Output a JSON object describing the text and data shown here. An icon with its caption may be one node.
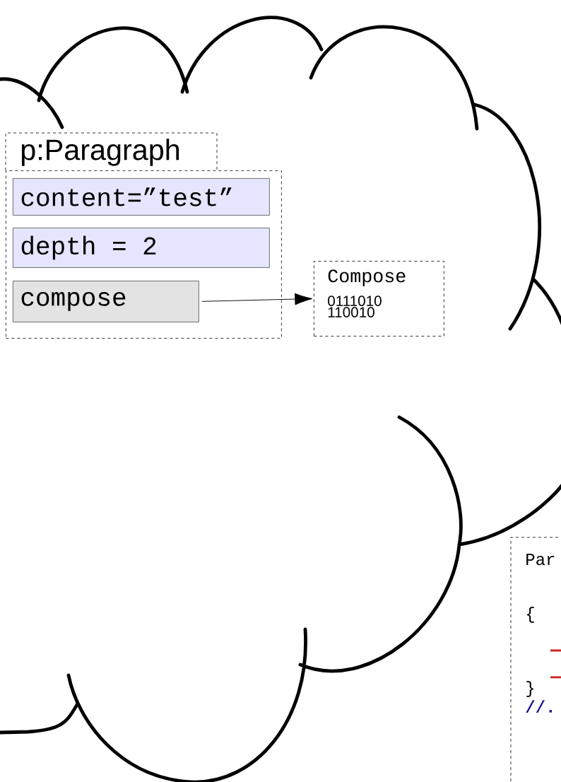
{
  "diagram": {
    "nodes": [
      {
        "text": [
          "p:Paragraph"
        ]
      },
      {
        "text": [
          "content=”test”"
        ],
        "in": 0
      },
      {
        "text": [
          "depth = 2"
        ],
        "in": 0
      },
      {
        "text": [
          "compose"
        ],
        "in": 0
      },
      {
        "text": [
          "Compose",
          "0111010 110010"
        ]
      },
      {
        "text": [
          "Par",
          "{",
          "}",
          "//."
        ]
      }
    ],
    "edges": [
      {
        "from": 3,
        "to": 4,
        "arrow": "to"
      }
    ]
  }
}
